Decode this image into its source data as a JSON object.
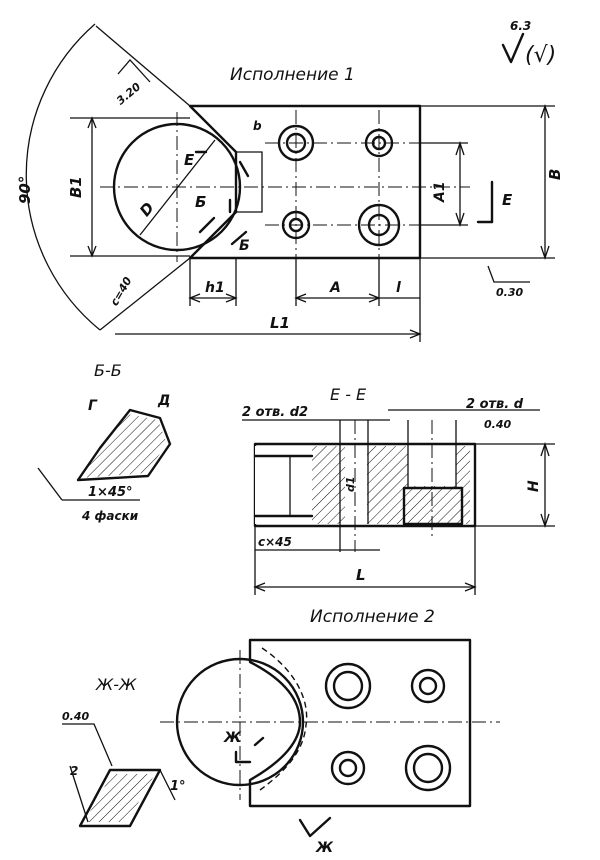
{
  "views": {
    "variant1_title": "Исполнение 1",
    "variant2_title": "Исполнение 2",
    "section_bb": "Б-Б",
    "section_ee": "Е - Е",
    "section_zhzh": "Ж-Ж"
  },
  "roughness": {
    "value": "6.3",
    "symbol": "√(√)",
    "top_left": "3.20",
    "bottom_right": "0.30",
    "holes": "0.40",
    "section_zh": "0.40"
  },
  "dimensions": {
    "angle_90": "90°",
    "angle_1": "1°",
    "B1": "B1",
    "B": "B",
    "A1": "A1",
    "A": "A",
    "l": "l",
    "h1": "h1",
    "L1": "L1",
    "L": "L",
    "D": "D",
    "H": "H",
    "chamfer_c": "c×45",
    "chamfer_1x45": "1×45°",
    "four_chamfers": "4 фаски",
    "holes_d2": "2 отв. d2",
    "holes_d": "2 отв. d",
    "dim_d1": "d1",
    "dim_2": "2",
    "c_40": "c=40"
  },
  "section_marks": {
    "E": "E",
    "B": "Б",
    "G": "Г",
    "D_mark": "Д",
    "Zh": "Ж"
  }
}
